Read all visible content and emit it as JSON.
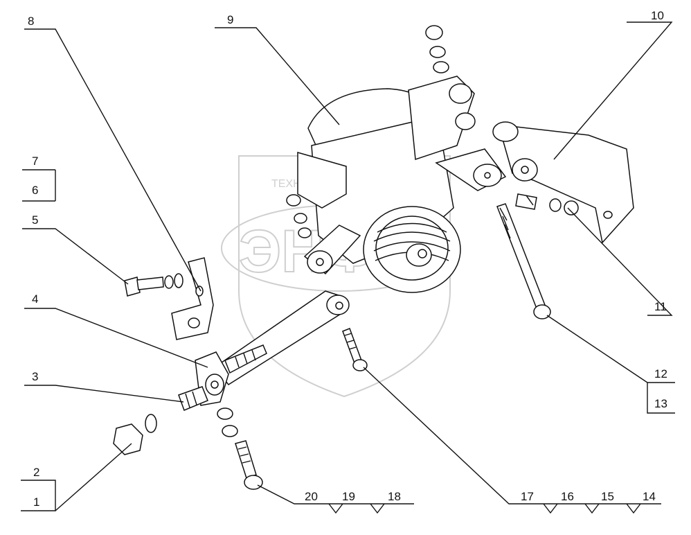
{
  "watermark": {
    "top_text": "ТЕХНИКА • ЗАПЧАСТИ",
    "logo_text": "ЭНФ"
  },
  "callouts": {
    "c1": "1",
    "c2": "2",
    "c3": "3",
    "c4": "4",
    "c5": "5",
    "c6": "6",
    "c7": "7",
    "c8": "8",
    "c9": "9",
    "c10": "10",
    "c11": "11",
    "c12": "12",
    "c13": "13",
    "c14": "14",
    "c15": "15",
    "c16": "16",
    "c17": "17",
    "c18": "18",
    "c19": "19",
    "c20": "20"
  }
}
